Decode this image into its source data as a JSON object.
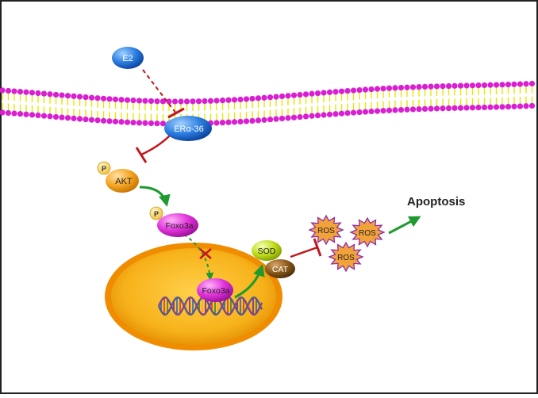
{
  "nodes": {
    "e2": "E2",
    "era36": "ERα-36",
    "akt": "AKT",
    "p_akt": "P",
    "foxo3a_cyto": "Foxo3a",
    "p_foxo3a": "P",
    "foxo3a_nuc": "Foxo3a",
    "sod": "SOD",
    "cat": "CAT",
    "ros1": "ROS",
    "ros2": "ROS",
    "ros3": "ROS",
    "apoptosis": "Apoptosis"
  },
  "colors": {
    "membrane_head": "#d81fd1",
    "membrane_tail": "#e6e600",
    "inhibit": "#c4161c",
    "activate": "#1f9a2e",
    "nucleus": "#f5a300",
    "e2": "#2a6bc8",
    "era36": "#1e6ad0",
    "akt": "#f5a623",
    "foxo3a": "#d726d0",
    "sod": "#b8d418",
    "cat": "#8a5a1a",
    "ros": "#f2a23a",
    "ros_border": "#8b2bb0"
  }
}
